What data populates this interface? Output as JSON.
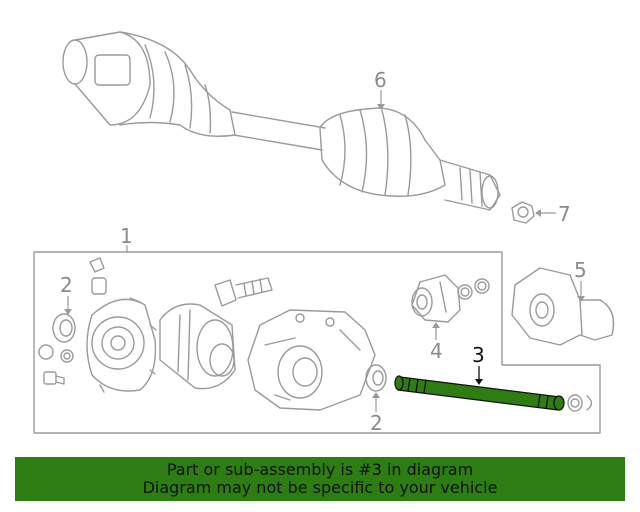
{
  "callouts": {
    "c1": "1",
    "c2a": "2",
    "c2b": "2",
    "c3": "3",
    "c4": "4",
    "c5": "5",
    "c6": "6",
    "c7": "7"
  },
  "banner": {
    "line1": "Part or sub-assembly is #3 in diagram",
    "line2": "Diagram may not be specific to your vehicle"
  },
  "colors": {
    "banner_bg": "#2e7d12",
    "highlight": "#2e7d12",
    "line_art": "#9a9a9a"
  },
  "highlighted_part": "3"
}
